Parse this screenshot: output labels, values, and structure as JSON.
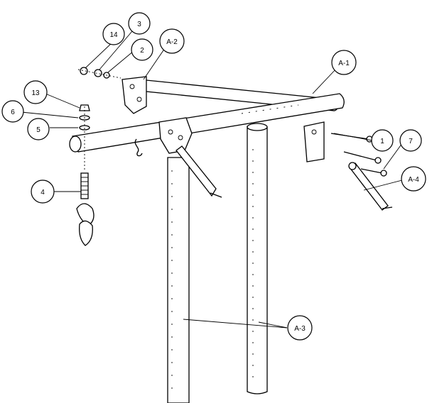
{
  "callouts": [
    {
      "id": "c-14",
      "label": "14"
    },
    {
      "id": "c-3",
      "label": "3"
    },
    {
      "id": "c-2",
      "label": "2"
    },
    {
      "id": "c-a2",
      "label": "A-2"
    },
    {
      "id": "c-a1",
      "label": "A-1"
    },
    {
      "id": "c-13",
      "label": "13"
    },
    {
      "id": "c-6",
      "label": "6"
    },
    {
      "id": "c-5",
      "label": "5"
    },
    {
      "id": "c-1",
      "label": "1"
    },
    {
      "id": "c-7",
      "label": "7"
    },
    {
      "id": "c-a4",
      "label": "A-4"
    },
    {
      "id": "c-4",
      "label": "4"
    },
    {
      "id": "c-a3",
      "label": "A-3"
    }
  ]
}
